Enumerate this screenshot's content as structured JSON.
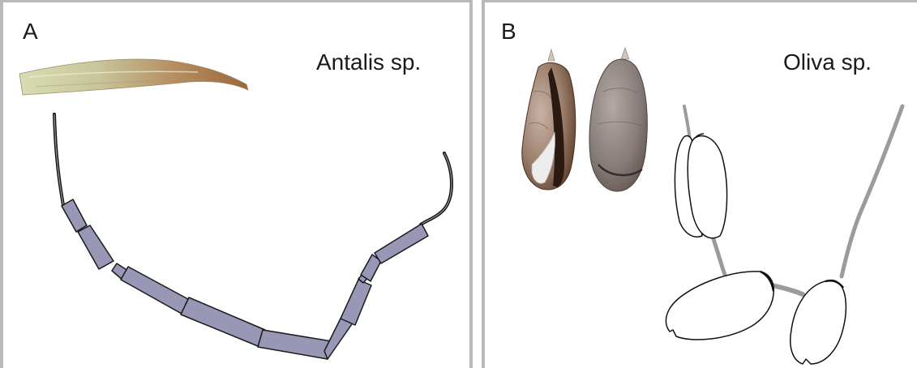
{
  "panels": {
    "a": {
      "letter": "A",
      "species": "Antalis sp."
    },
    "b": {
      "letter": "B",
      "species": "Oliva sp."
    }
  },
  "colors": {
    "frame": "#b9b9b9",
    "bead_fill": "#9898b6",
    "cord_black": "#111111",
    "cord_gray": "#9b9b9b",
    "tusk_shell": "#c8a06a",
    "olive_shell": "#8e8078"
  }
}
